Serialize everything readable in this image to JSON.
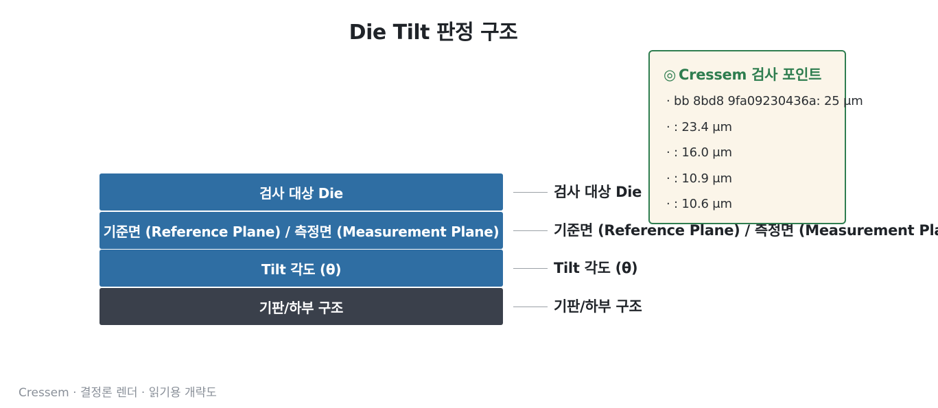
{
  "title": "Die Tilt 판정 구조",
  "colors": {
    "layer_blue": "#2f6ea3",
    "layer_dark": "#3a404b",
    "callout_border": "#2e7d4f",
    "callout_bg": "#fbf5e9",
    "connector": "#9aa0a6"
  },
  "layers": [
    {
      "label": "검사 대상 Die",
      "side_label": "검사 대상 Die"
    },
    {
      "label": "기준면 (Reference Plane) / 측정면 (Measurement Plane)",
      "side_label": "기준면 (Reference Plane) / 측정면 (Measurement Plane)"
    },
    {
      "label": "Tilt 각도 (θ)",
      "side_label": "Tilt 각도 (θ)"
    },
    {
      "label": "기판/하부 구조",
      "side_label": "기판/하부 구조"
    }
  ],
  "callout": {
    "icon": "◎",
    "icon_name": "bullseye-icon",
    "title": "Cressem 검사 포인트",
    "items": [
      "· bb 8bd8 9fa09230436a: 25 μm",
      "· : 23.4 μm",
      "· : 16.0 μm",
      "· : 10.9 μm",
      "· : 10.6 μm"
    ]
  },
  "footer": "Cressem · 결정론 렌더 · 읽기용 개략도"
}
